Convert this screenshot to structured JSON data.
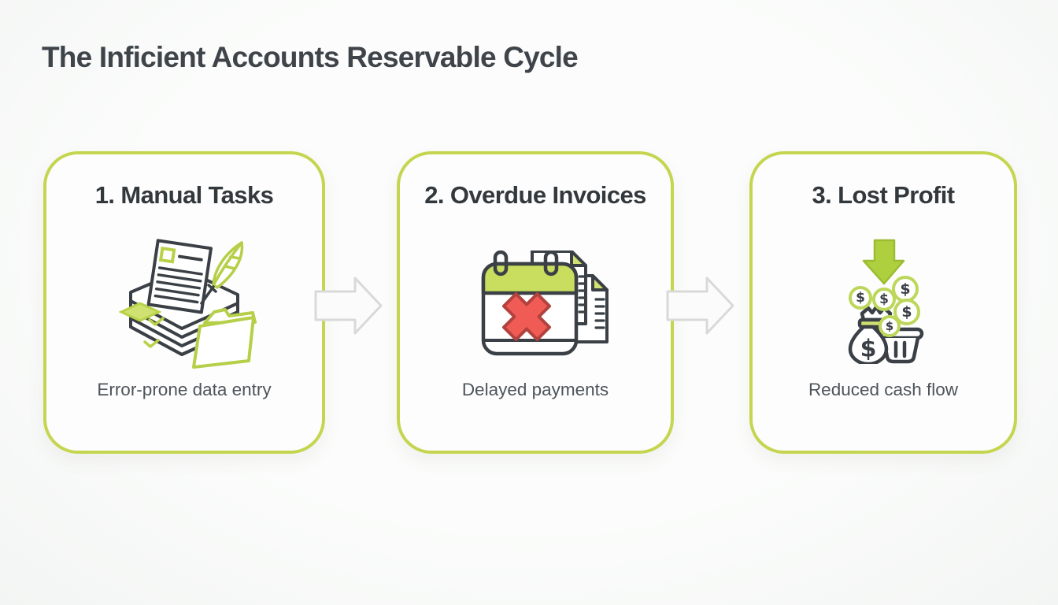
{
  "page": {
    "title": "The Inficient Accounts Reservable Cycle"
  },
  "cards": [
    {
      "heading": "1. Manual Tasks",
      "caption": "Error-prone data entry",
      "icon": "paper-stack-quill-folder-icon"
    },
    {
      "heading": "2. Overdue Invoices",
      "caption": "Delayed payments",
      "icon": "overdue-calendar-icon"
    },
    {
      "heading": "3. Lost Profit",
      "caption": "Reduced cash flow",
      "icon": "money-loss-icon"
    }
  ],
  "connectors": [
    {
      "icon": "flow-arrow-right-icon"
    },
    {
      "icon": "flow-arrow-right-icon"
    }
  ],
  "colors": {
    "accent_lime_border": "#c5d550",
    "accent_lime_stroke": "#b8d248",
    "accent_lime_fill": "#cfe171",
    "green_arrow_fill": "#aed03e",
    "icon_dark_stroke": "#3a4045",
    "red_x_fill": "#f15b56",
    "red_x_stroke": "#b2423d",
    "title_text": "#3e444a",
    "heading_text": "#33383c",
    "caption_text": "#4d545a",
    "connector_fill": "#fbfbfb",
    "connector_stroke": "#d8dad8",
    "page_background": "#f7f8f7",
    "card_background": "#fdfdfd"
  }
}
